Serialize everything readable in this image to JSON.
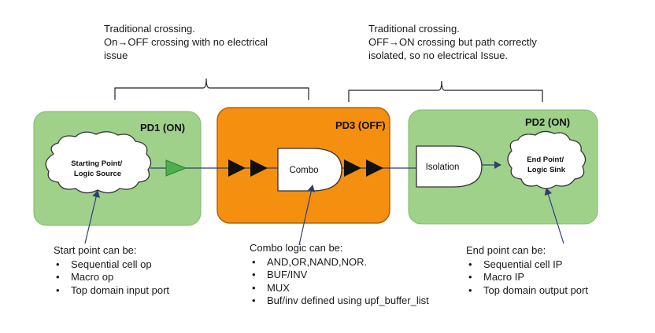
{
  "top_notes": {
    "left": {
      "lines": [
        "Traditional crossing.",
        "On→OFF crossing with no electrical",
        "issue"
      ]
    },
    "right": {
      "lines": [
        "Traditional crossing.",
        "OFF→ON crossing but path correctly",
        "isolated, so no electrical Issue."
      ]
    }
  },
  "domains": {
    "pd1": {
      "label": "PD1 (ON)",
      "color": "#9fd18b"
    },
    "pd3": {
      "label": "PD3 (OFF)",
      "color": "#f58f10"
    },
    "pd2": {
      "label": "PD2 (ON)",
      "color": "#9fd18b"
    }
  },
  "cells": {
    "start": {
      "label_lines": [
        "Starting Point/",
        "Logic Source"
      ]
    },
    "end": {
      "label_lines": [
        "End Point/",
        "Logic Sink"
      ]
    },
    "combo": {
      "label": "Combo"
    },
    "isolation": {
      "label": "Isolation"
    }
  },
  "colors": {
    "buffer_on": "#4caf50",
    "buffer_off": "#111111",
    "wire": "#2f3f6f"
  },
  "bottom_lists": {
    "start": {
      "title": "Start point can be:",
      "items": [
        "Sequential cell op",
        "Macro op",
        "Top domain input port"
      ]
    },
    "combo": {
      "title": "Combo logic can be:",
      "items": [
        "AND,OR,NAND,NOR.",
        "BUF/INV",
        "MUX",
        "Buf/inv defined using upf_buffer_list"
      ]
    },
    "end": {
      "title": "End point can be:",
      "items": [
        "Sequential cell IP",
        "Macro IP",
        "Top domain output port"
      ]
    }
  }
}
